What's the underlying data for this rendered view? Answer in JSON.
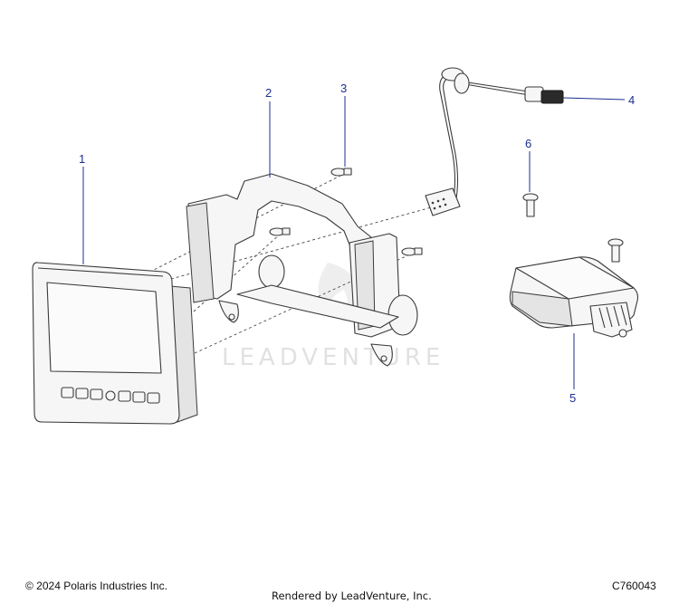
{
  "callouts": [
    {
      "id": "1",
      "label": "1"
    },
    {
      "id": "2",
      "label": "2"
    },
    {
      "id": "3",
      "label": "3"
    },
    {
      "id": "4",
      "label": "4"
    },
    {
      "id": "5",
      "label": "5"
    },
    {
      "id": "6",
      "label": "6"
    }
  ],
  "watermark": "LEADVENTURE",
  "footer": {
    "copyright": "© 2024 Polaris Industries Inc.",
    "rendered_by": "Rendered by LeadVenture, Inc.",
    "diagram_code": "C760043"
  },
  "colors": {
    "callout": "#1c2f8f",
    "line": "#3a3a3a"
  }
}
